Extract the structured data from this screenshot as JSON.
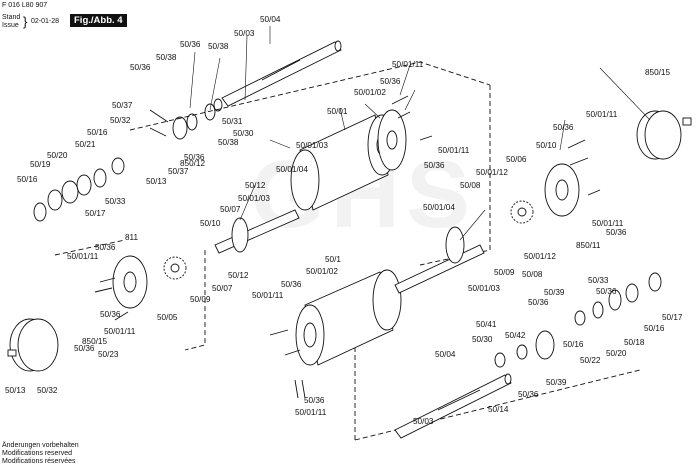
{
  "header": {
    "doc_number": "F 016 L80 907",
    "stand_label": "Stand",
    "issue_label": "Issue",
    "date": "02-01-28",
    "figure": "Fig./Abb. 4"
  },
  "footer": {
    "line1": "Änderungen vorbehalten",
    "line2": "Modifications reserved",
    "line3": "Modifications réservées"
  },
  "watermark": "GHS",
  "callouts": [
    "50/04",
    "50/03",
    "50/36",
    "50/38",
    "50/36",
    "50/38",
    "50/37",
    "50/32",
    "50/16",
    "50/21",
    "50/20",
    "50/19",
    "50/16",
    "50/31",
    "50/30",
    "50/38",
    "50/36",
    "850/12",
    "50/37",
    "50/13",
    "50/17",
    "50/33",
    "50/36",
    "50/01/11",
    "50/01/02",
    "50/01",
    "50/01/03",
    "50/01/04",
    "50/12",
    "50/01/03",
    "50/07",
    "50/10",
    "811",
    "50/36",
    "50/01/11",
    "50/36",
    "50/05",
    "50/36",
    "50/01/11",
    "50/09",
    "50/07",
    "50/12",
    "50/01/11",
    "50/36",
    "50/06",
    "50/01/12",
    "50/08",
    "50/01/04",
    "50/10",
    "50/36",
    "50/01/11",
    "850/11",
    "50/36",
    "50/01/11",
    "50/01/12",
    "50/09",
    "50/08",
    "50/01/03",
    "850/15",
    "50/1",
    "50/01/02",
    "50/36",
    "50/01/11",
    "50/36",
    "50/01/11",
    "50/04",
    "50/03",
    "50/30",
    "50/41",
    "50/42",
    "50/36",
    "50/39",
    "50/36",
    "50/33",
    "50/17",
    "50/16",
    "50/18",
    "50/20",
    "50/22",
    "50/16",
    "50/39",
    "50/36",
    "50/14",
    "50/13",
    "50/32",
    "50/23",
    "850/15",
    "50/36",
    "50/01/11"
  ]
}
